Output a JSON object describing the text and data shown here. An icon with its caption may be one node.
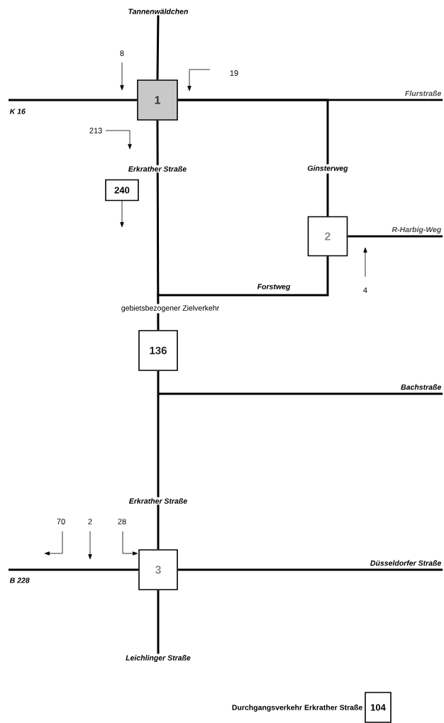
{
  "diagram": {
    "nodes": [
      {
        "text": [
          "Tannenwäldchen"
        ]
      },
      {
        "text": [
          "1"
        ]
      },
      {
        "text": [
          "K 16"
        ]
      },
      {
        "text": [
          "Flurstraße"
        ]
      },
      {
        "text": [
          "240"
        ]
      },
      {
        "text": [
          "2"
        ]
      },
      {
        "text": [
          "R-Harbig-Weg"
        ]
      },
      {
        "text": [
          "136"
        ],
        "beside": [
          "gebietsbezogener Zielverkehr"
        ]
      },
      {
        "text": [
          "Bachstraße"
        ]
      },
      {
        "text": [
          "3"
        ]
      },
      {
        "text": [
          "Düsseldorfer Straße"
        ]
      },
      {
        "text": [
          "B 228"
        ]
      },
      {
        "text": [
          "Leichlinger Straße"
        ]
      },
      {
        "text": [
          "104"
        ],
        "beside": [
          "Durchgangsverkehr Erkrather Straße"
        ]
      }
    ],
    "edges": [
      {
        "from": 1,
        "to": 0,
        "arrow": "none"
      },
      {
        "from": 1,
        "to": 2,
        "arrow": "none"
      },
      {
        "from": 1,
        "to": 3,
        "arrow": "none"
      },
      {
        "from": 1,
        "to": 5,
        "arrow": "none",
        "label": "Ginsterweg"
      },
      {
        "from": 1,
        "to": 7,
        "arrow": "none",
        "label": "Erkrather Straße"
      },
      {
        "from": 5,
        "to": 7,
        "arrow": "none",
        "label": "Forstweg"
      },
      {
        "from": 5,
        "to": 6,
        "arrow": "none"
      },
      {
        "from": 7,
        "to": 9,
        "arrow": "none",
        "label": "Erkrather Straße"
      },
      {
        "from": 7,
        "to": 8,
        "arrow": "none"
      },
      {
        "from": 9,
        "to": 10,
        "arrow": "none"
      },
      {
        "from": 9,
        "to": 11,
        "arrow": "none"
      },
      {
        "from": 9,
        "to": 12,
        "arrow": "none"
      }
    ],
    "labels": [
      "8",
      "19",
      "213",
      "4",
      "70",
      "2",
      "28"
    ]
  }
}
